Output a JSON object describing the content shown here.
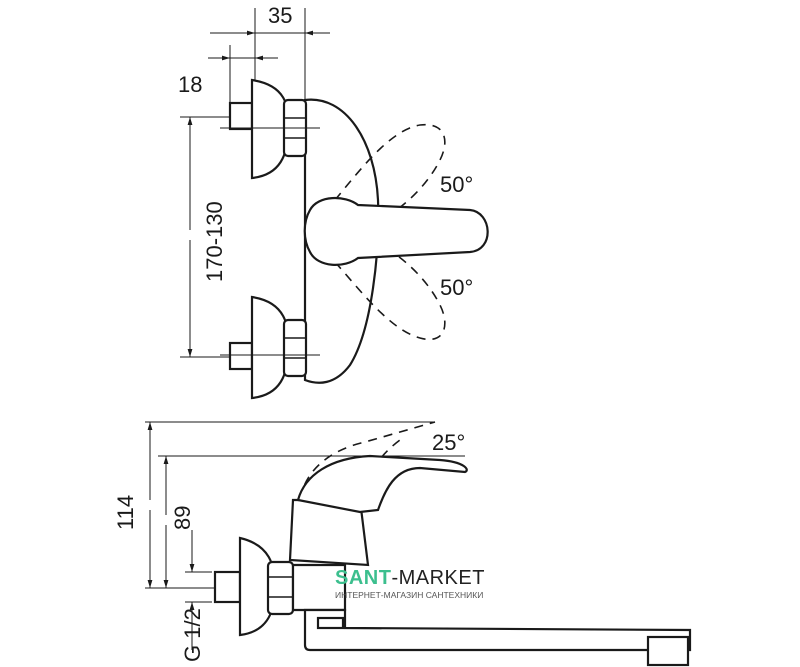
{
  "dimensions": {
    "width_35": "35",
    "depth_18": "18",
    "spacing": "170-130",
    "angle_upper": "50°",
    "angle_lower": "50°",
    "angle_side": "25°",
    "height_114": "114",
    "height_89": "89",
    "thread": "G 1/2"
  },
  "watermark": {
    "brand_accent": "SANT",
    "brand_rest": "-MARKET",
    "tagline": "ИНТЕРНЕТ-МАГАЗИН САНТЕХНИКИ",
    "accent_color": "#3cbf8e"
  }
}
